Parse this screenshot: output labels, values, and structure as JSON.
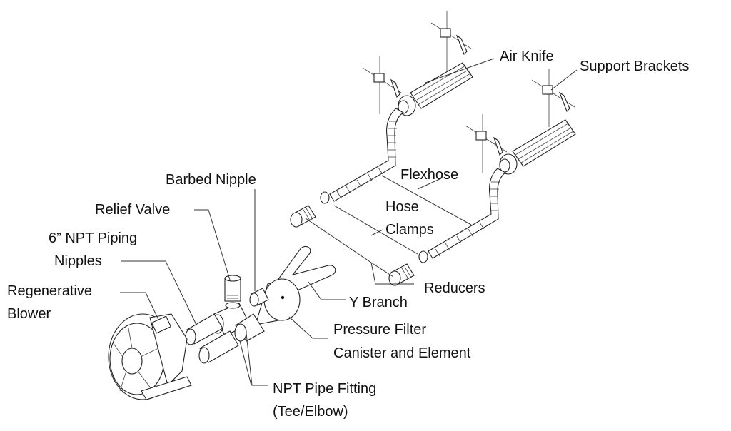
{
  "diagram": {
    "title": "Air knife system exploded assembly",
    "labels": {
      "air_knife": "Air Knife",
      "support_brackets": "Support Brackets",
      "barbed_nipple": "Barbed Nipple",
      "flexhose": "Flexhose",
      "relief_valve": "Relief Valve",
      "hose_clamps_1": "Hose",
      "hose_clamps_2": "Clamps",
      "npt_nipples_1": "6” NPT Piping",
      "npt_nipples_2": "Nipples",
      "regen_blower_1": "Regenerative",
      "regen_blower_2": "Blower",
      "reducers": "Reducers",
      "y_branch": "Y Branch",
      "pressure_filter_1": "Pressure Filter",
      "pressure_filter_2": "Canister and Element",
      "npt_fitting_1": "NPT Pipe Fitting",
      "npt_fitting_2": "(Tee/Elbow)"
    },
    "colors": {
      "line": "#222222",
      "text": "#111111",
      "background": "#ffffff"
    }
  }
}
